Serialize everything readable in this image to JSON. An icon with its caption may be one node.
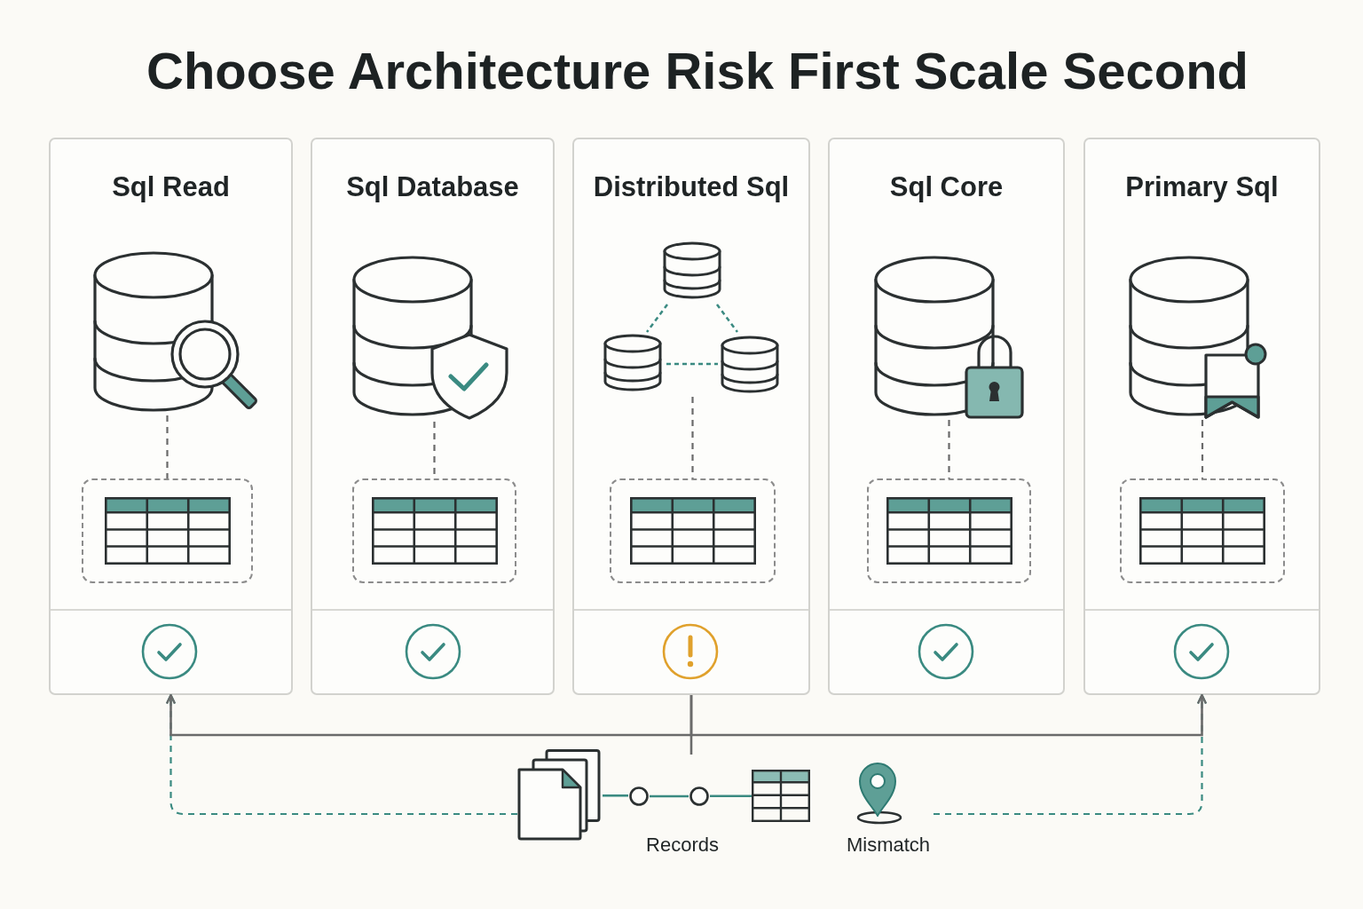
{
  "diagram": {
    "title": "Choose Architecture Risk First Scale Second",
    "nodes": [
      {
        "text": [
          "Sql Read"
        ]
      },
      {
        "text": [],
        "shape": "picture",
        "in": 0
      },
      {
        "text": [],
        "shape": "picture",
        "in": 0
      },
      {
        "text": [
          "Sql Database"
        ]
      },
      {
        "text": [],
        "shape": "picture",
        "in": 3
      },
      {
        "text": [],
        "shape": "picture",
        "in": 3
      },
      {
        "text": [
          "Distributed Sql"
        ]
      },
      {
        "text": [],
        "shape": "picture",
        "in": 6
      },
      {
        "text": [],
        "shape": "picture",
        "in": 6
      },
      {
        "text": [
          "Sql Core"
        ]
      },
      {
        "text": [],
        "shape": "picture",
        "in": 9
      },
      {
        "text": [],
        "shape": "picture",
        "in": 9
      },
      {
        "text": [
          "Primary Sql"
        ]
      },
      {
        "text": [],
        "shape": "picture",
        "in": 12
      },
      {
        "text": [],
        "shape": "picture",
        "in": 12
      },
      {
        "text": [],
        "shape": "picture"
      },
      {
        "text": [],
        "shape": "circle"
      },
      {
        "text": [],
        "shape": "circle"
      },
      {
        "text": [],
        "shape": "picture"
      },
      {
        "text": [],
        "shape": "picture",
        "beside": [
          "Mismatch"
        ]
      }
    ],
    "edges": [
      {
        "from": 1,
        "to": 2,
        "arrow": "none",
        "style": "dashed"
      },
      {
        "from": 4,
        "to": 5,
        "arrow": "none",
        "style": "dashed"
      },
      {
        "from": 7,
        "to": 8,
        "arrow": "none",
        "style": "dashed"
      },
      {
        "from": 10,
        "to": 11,
        "arrow": "none",
        "style": "dashed"
      },
      {
        "from": 13,
        "to": 14,
        "arrow": "none",
        "style": "dashed"
      },
      {
        "from": 6,
        "to": 0,
        "arrow": "to"
      },
      {
        "from": 6,
        "to": 12,
        "arrow": "to"
      },
      {
        "from": 15,
        "to": 0,
        "arrow": "to",
        "style": "dashed",
        "color": "#3a8a81"
      },
      {
        "from": 15,
        "to": 16,
        "arrow": "none",
        "color": "#3a8a81"
      },
      {
        "from": 16,
        "to": 17,
        "arrow": "none",
        "color": "#3a8a81"
      },
      {
        "from": 17,
        "to": 18,
        "arrow": "none",
        "color": "#3a8a81"
      },
      {
        "from": 19,
        "to": 12,
        "arrow": "to",
        "style": "dashed",
        "color": "#3a8a81"
      }
    ],
    "labels": [
      "Records"
    ]
  }
}
